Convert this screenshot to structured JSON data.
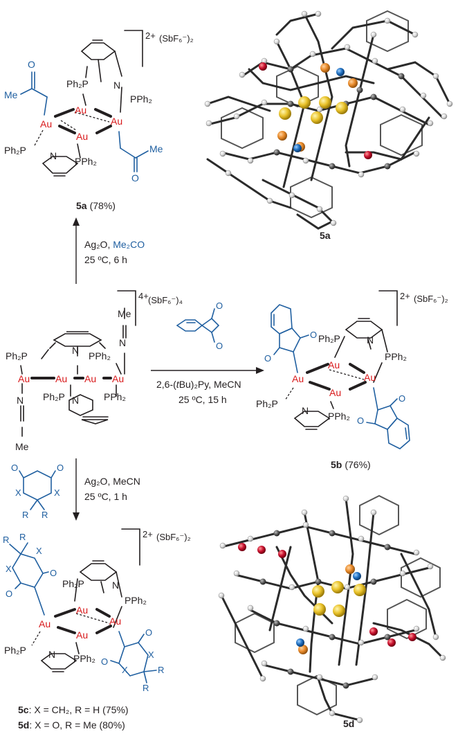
{
  "labels": {
    "au": "Au",
    "ph2p": "Ph₂P",
    "pph2": "PPh₂",
    "n": "N",
    "me": "Me",
    "o": "O",
    "x": "X",
    "r": "R"
  },
  "charges": {
    "c2": "2+",
    "c4": "4+",
    "anion2": "(SbF₆⁻)₂",
    "anion4": "(SbF₆⁻)₄"
  },
  "arrows": {
    "up": {
      "line1": "Ag₂O, ",
      "line1_blue": "Me₂CO",
      "line2": "25 ºC, 6 h"
    },
    "right": {
      "line1": "2,6-(",
      "line1_it": "t",
      "line1_end": "Bu)₂Py, MeCN",
      "line2": "25 ºC, 15 h"
    },
    "down": {
      "line1": "Ag₂O, MeCN",
      "line2": "25 ºC, 1 h"
    }
  },
  "compounds": {
    "c5a": {
      "id": "5a",
      "yield": "(78%)"
    },
    "c5b": {
      "id": "5b",
      "yield": "(76%)"
    },
    "c5c": {
      "id": "5c",
      "desc": ": X = CH₂, R = H (75%)"
    },
    "c5d": {
      "id": "5d",
      "desc": ": X = O, R = Me (80%)"
    }
  },
  "crystal": {
    "a": "5a",
    "d": "5d"
  },
  "colors": {
    "gold_text": "#d8191b",
    "blue": "#1f5fa0",
    "black": "#231f20",
    "au_atom": "#e9c22a",
    "p_atom": "#e88a2a",
    "n_atom": "#1f6fc0",
    "o_atom": "#c8102e"
  }
}
